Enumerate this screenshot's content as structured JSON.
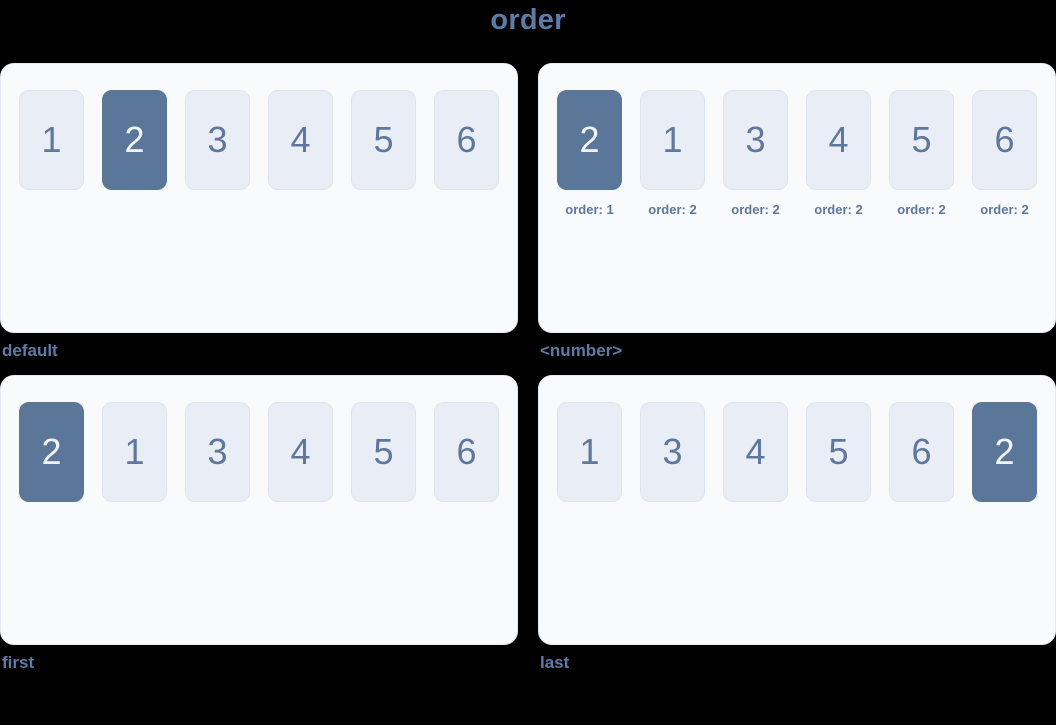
{
  "page": {
    "title": "order",
    "background": "#000000"
  },
  "colors": {
    "heading_text": "#5c7ca8",
    "panel_bg": "#f8fafc",
    "panel_border": "#e6ebf2",
    "item_bg": "#e9edf5",
    "item_border": "#dee5f0",
    "item_text": "#5e789d",
    "highlight_bg": "#5a779a",
    "highlight_text": "#f1f5f9"
  },
  "panels": [
    {
      "id": "default",
      "caption": "default",
      "items": [
        {
          "label": "1",
          "highlighted": false
        },
        {
          "label": "2",
          "highlighted": true
        },
        {
          "label": "3",
          "highlighted": false
        },
        {
          "label": "4",
          "highlighted": false
        },
        {
          "label": "5",
          "highlighted": false
        },
        {
          "label": "6",
          "highlighted": false
        }
      ]
    },
    {
      "id": "number",
      "caption": "<number>",
      "items": [
        {
          "label": "2",
          "highlighted": true,
          "order_label": "order: 1"
        },
        {
          "label": "1",
          "highlighted": false,
          "order_label": "order: 2"
        },
        {
          "label": "3",
          "highlighted": false,
          "order_label": "order: 2"
        },
        {
          "label": "4",
          "highlighted": false,
          "order_label": "order: 2"
        },
        {
          "label": "5",
          "highlighted": false,
          "order_label": "order: 2"
        },
        {
          "label": "6",
          "highlighted": false,
          "order_label": "order: 2"
        }
      ]
    },
    {
      "id": "first",
      "caption": "first",
      "items": [
        {
          "label": "2",
          "highlighted": true
        },
        {
          "label": "1",
          "highlighted": false
        },
        {
          "label": "3",
          "highlighted": false
        },
        {
          "label": "4",
          "highlighted": false
        },
        {
          "label": "5",
          "highlighted": false
        },
        {
          "label": "6",
          "highlighted": false
        }
      ]
    },
    {
      "id": "last",
      "caption": "last",
      "items": [
        {
          "label": "1",
          "highlighted": false
        },
        {
          "label": "3",
          "highlighted": false
        },
        {
          "label": "4",
          "highlighted": false
        },
        {
          "label": "5",
          "highlighted": false
        },
        {
          "label": "6",
          "highlighted": false
        },
        {
          "label": "2",
          "highlighted": true
        }
      ]
    }
  ]
}
